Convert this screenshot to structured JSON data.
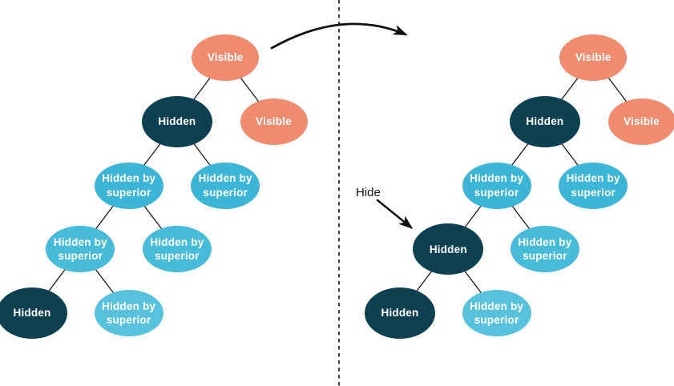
{
  "palette": {
    "visible": "#EF8C70",
    "hidden": "#0D4152",
    "hbs": "#3CB5D7",
    "hbs_mid": "#48BBD9",
    "hbs_light": "#58C2DD",
    "edge": "#1a1a1a",
    "annotation": "#111111"
  },
  "annotation": {
    "label": "Hide"
  },
  "trees": {
    "before": {
      "name": "tree-before",
      "nodes": [
        {
          "id": "b1",
          "label": "Visible",
          "type": "visible",
          "color": "visible",
          "col": 4,
          "row": 0,
          "parent": null
        },
        {
          "id": "b2",
          "label": "Hidden",
          "type": "hidden",
          "color": "hidden",
          "col": 3,
          "row": 1,
          "parent": "b1"
        },
        {
          "id": "b3",
          "label": "Visible",
          "type": "visible",
          "color": "visible",
          "col": 5,
          "row": 1,
          "parent": "b1"
        },
        {
          "id": "b4",
          "label": "Hidden by superior",
          "type": "hidden_by_superior",
          "color": "hbs",
          "col": 2,
          "row": 2,
          "parent": "b2"
        },
        {
          "id": "b5",
          "label": "Hidden by superior",
          "type": "hidden_by_superior",
          "color": "hbs",
          "col": 4,
          "row": 2,
          "parent": "b2"
        },
        {
          "id": "b6",
          "label": "Hidden by superior",
          "type": "hidden_by_superior",
          "color": "hbs_mid",
          "col": 1,
          "row": 3,
          "parent": "b4"
        },
        {
          "id": "b7",
          "label": "Hidden by superior",
          "type": "hidden_by_superior",
          "color": "hbs_mid",
          "col": 3,
          "row": 3,
          "parent": "b4"
        },
        {
          "id": "b8",
          "label": "Hidden",
          "type": "hidden",
          "color": "hidden",
          "col": 0,
          "row": 4,
          "parent": "b6"
        },
        {
          "id": "b9",
          "label": "Hidden by superior",
          "type": "hidden_by_superior",
          "color": "hbs_light",
          "col": 2,
          "row": 4,
          "parent": "b6"
        }
      ]
    },
    "after": {
      "name": "tree-after",
      "nodes": [
        {
          "id": "a1",
          "label": "Visible",
          "type": "visible",
          "color": "visible",
          "col": 4,
          "row": 0,
          "parent": null
        },
        {
          "id": "a2",
          "label": "Hidden",
          "type": "hidden",
          "color": "hidden",
          "col": 3,
          "row": 1,
          "parent": "a1"
        },
        {
          "id": "a3",
          "label": "Visible",
          "type": "visible",
          "color": "visible",
          "col": 5,
          "row": 1,
          "parent": "a1"
        },
        {
          "id": "a4",
          "label": "Hidden by superior",
          "type": "hidden_by_superior",
          "color": "hbs",
          "col": 2,
          "row": 2,
          "parent": "a2"
        },
        {
          "id": "a5",
          "label": "Hidden by superior",
          "type": "hidden_by_superior",
          "color": "hbs",
          "col": 4,
          "row": 2,
          "parent": "a2"
        },
        {
          "id": "a6",
          "label": "Hidden",
          "type": "hidden",
          "color": "hidden",
          "col": 1,
          "row": 3,
          "parent": "a4"
        },
        {
          "id": "a7",
          "label": "Hidden by superior",
          "type": "hidden_by_superior",
          "color": "hbs_mid",
          "col": 3,
          "row": 3,
          "parent": "a4"
        },
        {
          "id": "a8",
          "label": "Hidden",
          "type": "hidden",
          "color": "hidden",
          "col": 0,
          "row": 4,
          "parent": "a6"
        },
        {
          "id": "a9",
          "label": "Hidden by superior",
          "type": "hidden_by_superior",
          "color": "hbs_light",
          "col": 2,
          "row": 4,
          "parent": "a6"
        }
      ]
    }
  }
}
